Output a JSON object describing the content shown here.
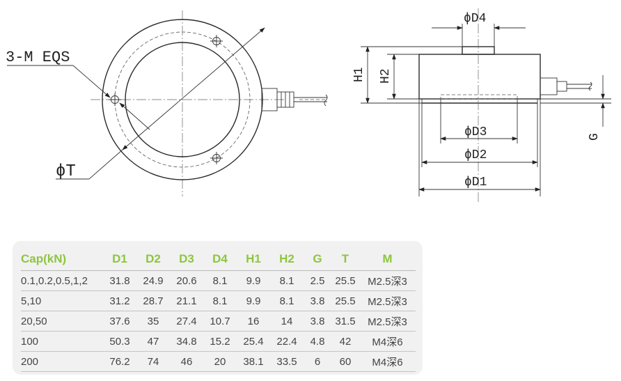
{
  "drawing": {
    "labels": {
      "hole_callout": "3-M EQS",
      "diam_t": "ϕT",
      "diam_d4": "ϕD4",
      "diam_d3": "ϕD3",
      "diam_d2": "ϕD2",
      "diam_d1": "ϕD1",
      "h1": "H1",
      "h2": "H2",
      "g": "G"
    }
  },
  "table": {
    "accent_color": "#8dc63f",
    "headers": [
      "Cap(kN)",
      "D1",
      "D2",
      "D3",
      "D4",
      "H1",
      "H2",
      "G",
      "T",
      "M"
    ],
    "rows": [
      [
        "0.1,0.2,0.5,1,2",
        "31.8",
        "24.9",
        "20.6",
        "8.1",
        "9.9",
        "8.1",
        "2.5",
        "25.5",
        "M2.5深3"
      ],
      [
        "5,10",
        "31.2",
        "28.7",
        "21.1",
        "8.1",
        "9.9",
        "8.1",
        "3.8",
        "25.5",
        "M2.5深3"
      ],
      [
        "20,50",
        "37.6",
        "35",
        "27.4",
        "10.7",
        "16",
        "14",
        "3.8",
        "31.5",
        "M2.5深3"
      ],
      [
        "100",
        "50.3",
        "47",
        "34.8",
        "15.2",
        "25.4",
        "22.4",
        "4.8",
        "42",
        "M4深6"
      ],
      [
        "200",
        "76.2",
        "74",
        "46",
        "20",
        "38.1",
        "33.5",
        "6",
        "60",
        "M4深6"
      ]
    ]
  }
}
